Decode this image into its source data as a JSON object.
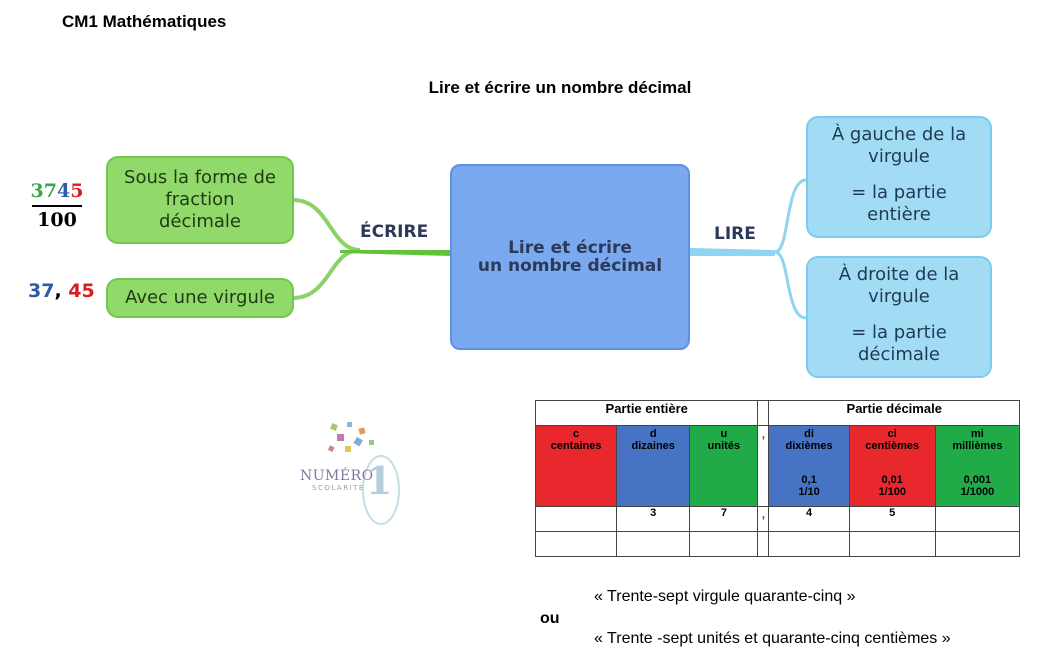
{
  "header": {
    "subject": "CM1 Mathématiques"
  },
  "document": {
    "title": "Lire et écrire un nombre décimal"
  },
  "mindmap": {
    "center_line1": "Lire et écrire",
    "center_line2": "un nombre décimal",
    "left_label": "ÉCRIRE",
    "right_label": "LIRE",
    "left_nodes": [
      {
        "line1": "Sous la forme de",
        "line2": "fraction",
        "line3": "décimale"
      },
      {
        "line1": "Avec une virgule"
      }
    ],
    "right_nodes": [
      {
        "line1": "À gauche de la",
        "line2": "virgule",
        "line3": "= la partie",
        "line4": "entière"
      },
      {
        "line1": "À droite de la",
        "line2": "virgule",
        "line3": "= la partie",
        "line4": "décimale"
      }
    ],
    "fraction": {
      "num_a": "37",
      "num_b": "4",
      "num_c": "5",
      "den": "100"
    },
    "decimal": {
      "int": "37",
      "sep": ",",
      "dec": "45"
    },
    "colors": {
      "green": "#3fa34d",
      "blue": "#2f5aa8",
      "red": "#d62020"
    }
  },
  "table": {
    "integer_header": "Partie entière",
    "decimal_header": "Partie décimale",
    "comma": ",",
    "columns": [
      {
        "letter": "c",
        "name": "centaines",
        "value": "",
        "fraction": ""
      },
      {
        "letter": "d",
        "name": "dizaines",
        "value": "",
        "fraction": ""
      },
      {
        "letter": "u",
        "name": "unités",
        "value": "",
        "fraction": ""
      },
      {
        "letter": "di",
        "name": "dixièmes",
        "value": "0,1",
        "fraction": "1/10"
      },
      {
        "letter": "ci",
        "name": "centièmes",
        "value": "0,01",
        "fraction": "1/100"
      },
      {
        "letter": "mi",
        "name": "millièmes",
        "value": "0,001",
        "fraction": "1/1000"
      }
    ],
    "row1": [
      "",
      "3",
      "7",
      "4",
      "5",
      ""
    ]
  },
  "reading": {
    "line1": "« Trente-sept virgule quarante-cinq »",
    "or": "ou",
    "line2": "« Trente -sept unités et quarante-cinq centièmes »"
  },
  "logo": {
    "word": "NUMÉRO",
    "digit": "1",
    "tagline": "SCOLARITÉ"
  }
}
